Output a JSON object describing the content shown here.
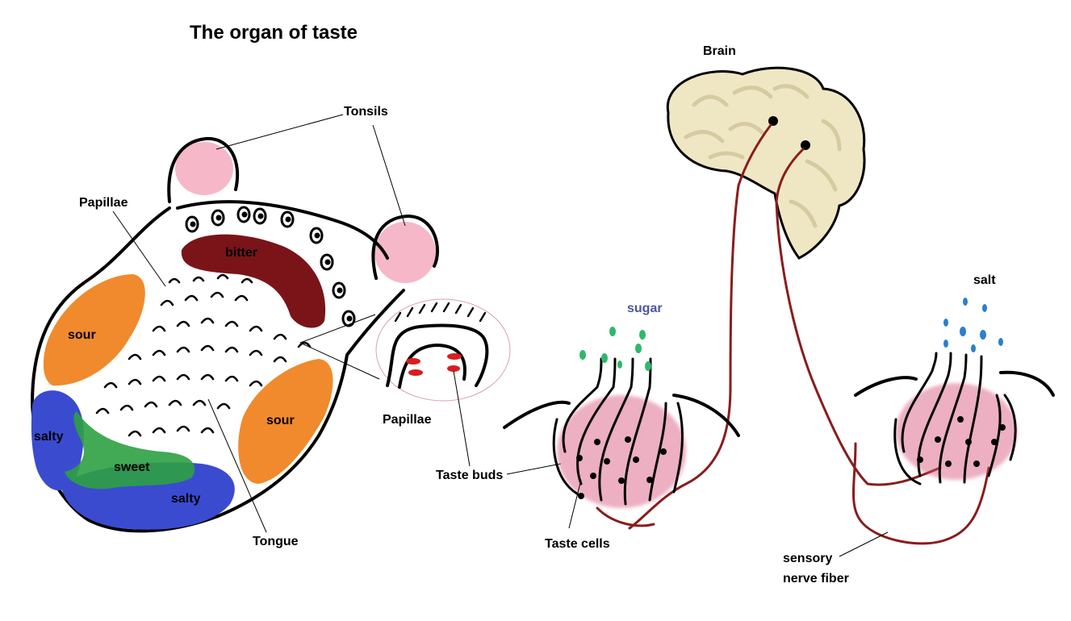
{
  "title": "The organ of taste",
  "labels": {
    "tonsils": "Tonsils",
    "papillae_left": "Papillae",
    "papillae_zoom": "Papillae",
    "tongue": "Tongue",
    "taste_buds": "Taste buds",
    "taste_cells": "Taste cells",
    "brain": "Brain",
    "sugar": "sugar",
    "salt": "salt",
    "sensory_nerve_line1": "sensory",
    "sensory_nerve_line2": "nerve fiber"
  },
  "taste_zones": {
    "bitter": "bitter",
    "sour_left": "sour",
    "sour_right": "sour",
    "salty_left": "salty",
    "salty_bottom": "salty",
    "sweet": "sweet"
  },
  "colors": {
    "bitter": "#7a1418",
    "sour": "#f08a2c",
    "salty": "#3a4bd0",
    "sweet": "#2ea043",
    "tonsil": "#f6b8c8",
    "taste_bud": "#d8507a",
    "nerve": "#8a1c1c",
    "brain": "#efe7c4",
    "sugar_text": "#4a55a2",
    "sugar_dots": "#2fb86a",
    "salt_dots": "#2a7fd0",
    "papilla_bud": "#d81e1e"
  }
}
